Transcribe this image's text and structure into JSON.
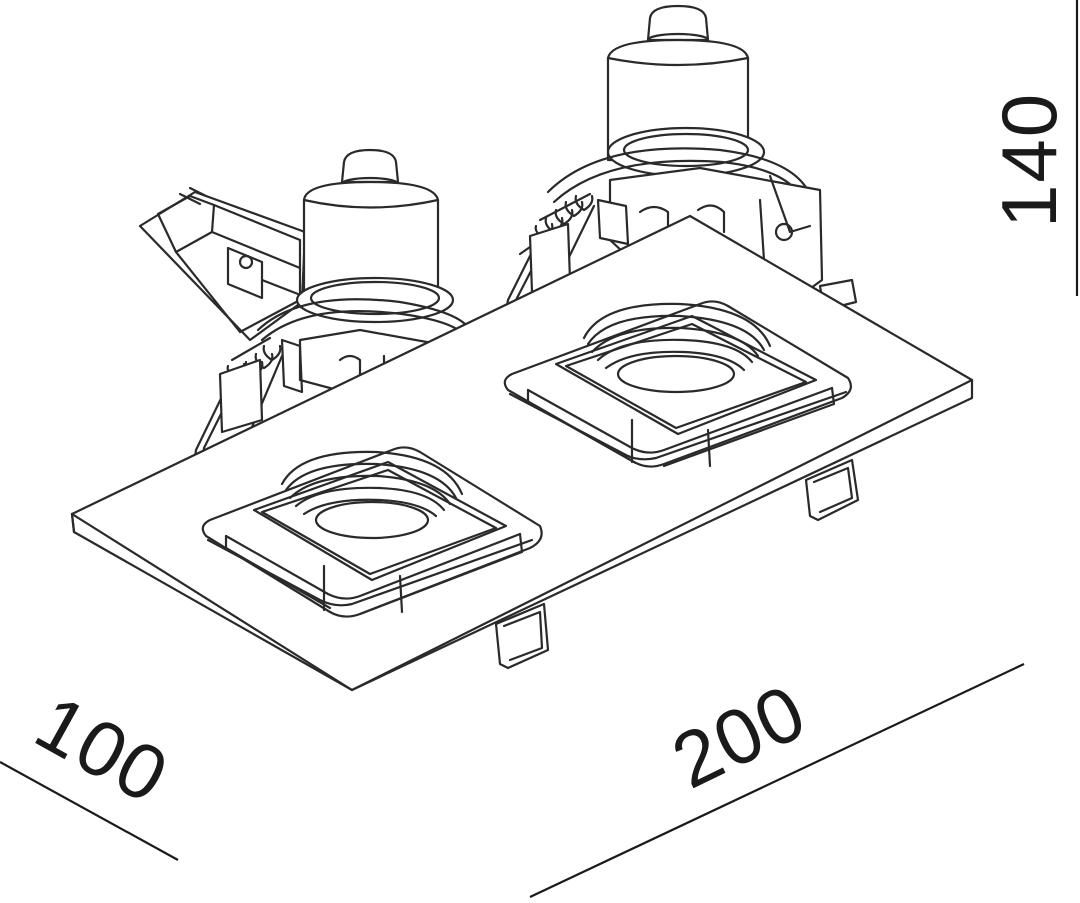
{
  "dimensions": {
    "width_label": "200",
    "depth_label": "100",
    "height_label": "140"
  }
}
